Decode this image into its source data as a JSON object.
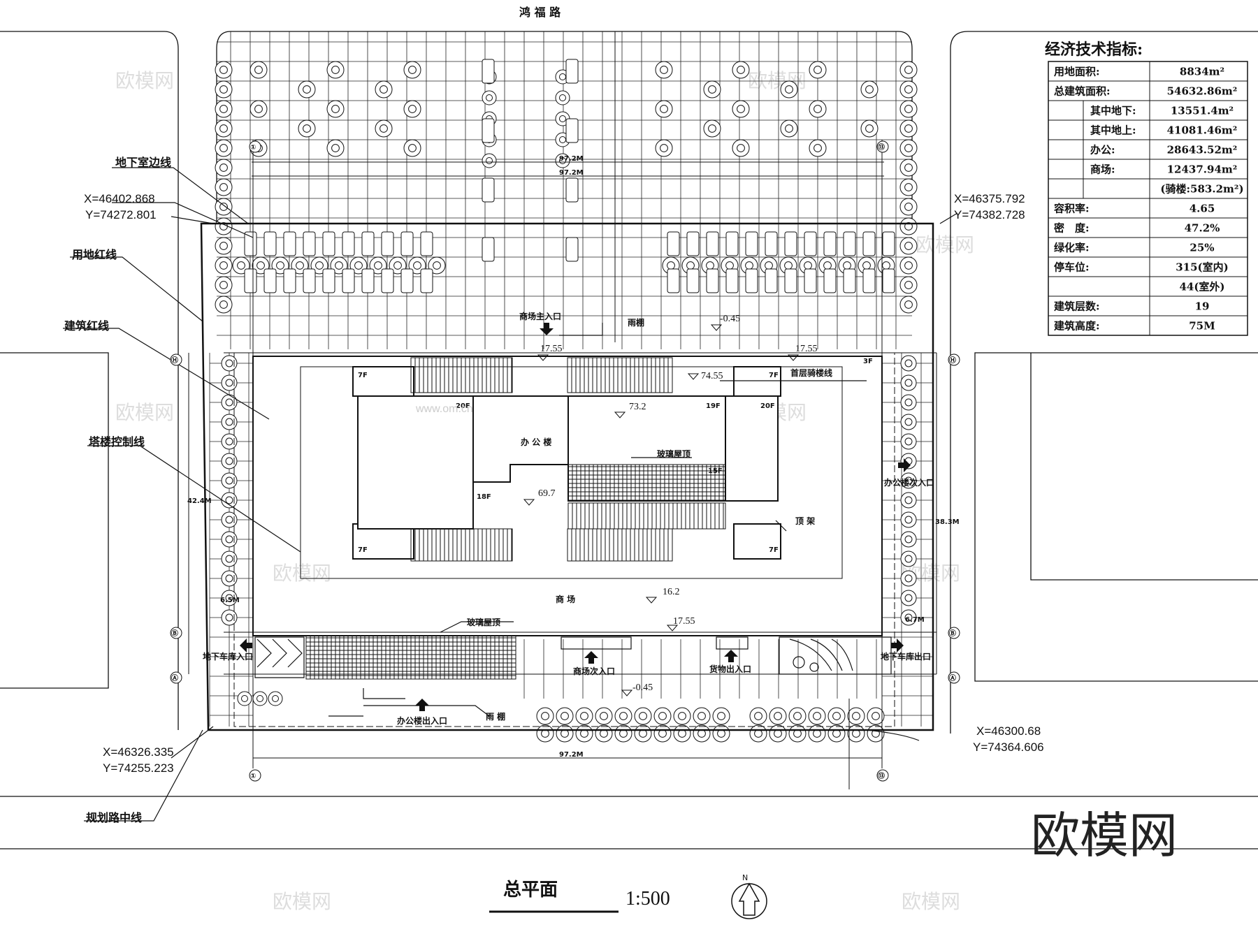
{
  "road_top": "鸿 福 路",
  "labels": {
    "basement_line": "地下室边线",
    "land_red_line": "用地红线",
    "building_red_line": "建筑红线",
    "tower_control_line": "塔楼控制线",
    "planned_road_center": "规划路中线",
    "mall_main_entrance": "商场主入口",
    "canopy_top": "雨棚",
    "canopy_bottom": "雨 棚",
    "arcade_line": "首层骑楼线",
    "office_building": "办 公 楼",
    "glass_roof_top": "玻璃屋顶",
    "glass_roof_bottom": "玻璃屋顶",
    "top_frame": "顶 架",
    "office_secondary_entrance": "办公楼次入口",
    "mall": "商 场",
    "garage_entrance": "地下车库入口",
    "garage_exit": "地下车库出口",
    "mall_secondary_entrance": "商场次入口",
    "cargo_entrance": "货物出入口",
    "office_exit": "办公楼出入口"
  },
  "coords": {
    "tl_x": "X=46402.868",
    "tl_y": "Y=74272.801",
    "tr_x": "X=46375.792",
    "tr_y": "Y=74382.728",
    "bl_x": "X=46326.335",
    "bl_y": "Y=74255.223",
    "br_x": "X=46300.68",
    "br_y": "Y=74364.606"
  },
  "elevations": {
    "e1": "-0.45",
    "e2": "17.55",
    "e3": "17.55",
    "e4": "74.55",
    "e5": "73.2",
    "e6": "69.7",
    "e7": "16.2",
    "e8": "17.55",
    "e9": "-0.45"
  },
  "floors": {
    "f7a": "7F",
    "f7b": "7F",
    "f7c": "7F",
    "f7d": "7F",
    "f20a": "20F",
    "f20b": "20F",
    "f19": "19F",
    "f18": "18F",
    "f3": "3F",
    "f15": "15F"
  },
  "dims": {
    "d972a": "97.2M",
    "d972b": "97.2M",
    "d972c": "97.2M",
    "d424": "42.4M",
    "d383": "38.3M",
    "d65": "6.5M",
    "d67": "6.7M"
  },
  "axes": {
    "one": "①",
    "thirteen": "⑬",
    "A": "Ⓐ",
    "B": "Ⓑ",
    "H": "Ⓗ"
  },
  "table": {
    "title": "经济技术指标:",
    "rows": [
      {
        "label": "用地面积:",
        "value": "8834m²"
      },
      {
        "label": "总建筑面积:",
        "value": "54632.86m²"
      },
      {
        "label": "其中地下:",
        "value": "13551.4m²"
      },
      {
        "label": "其中地上:",
        "value": "41081.46m²"
      },
      {
        "label": "办公:",
        "value": "28643.52m²"
      },
      {
        "label": "商场:",
        "value": "12437.94m²"
      },
      {
        "label": "",
        "value": "(骑楼:583.2m²)"
      },
      {
        "label": "容积率:",
        "value": "4.65"
      },
      {
        "label": "密　度:",
        "value": "47.2%"
      },
      {
        "label": "绿化率:",
        "value": "25%"
      },
      {
        "label": "停车位:",
        "value": "315(室内)"
      },
      {
        "label": "",
        "value": "44(室外)"
      },
      {
        "label": "建筑层数:",
        "value": "19"
      },
      {
        "label": "建筑高度:",
        "value": "75M"
      }
    ]
  },
  "title_block": {
    "title": "总平面",
    "scale": "1:500",
    "north": "N"
  },
  "watermark": {
    "brand": "欧模网",
    "small": "欧模网",
    "url": "www.om.cn"
  }
}
